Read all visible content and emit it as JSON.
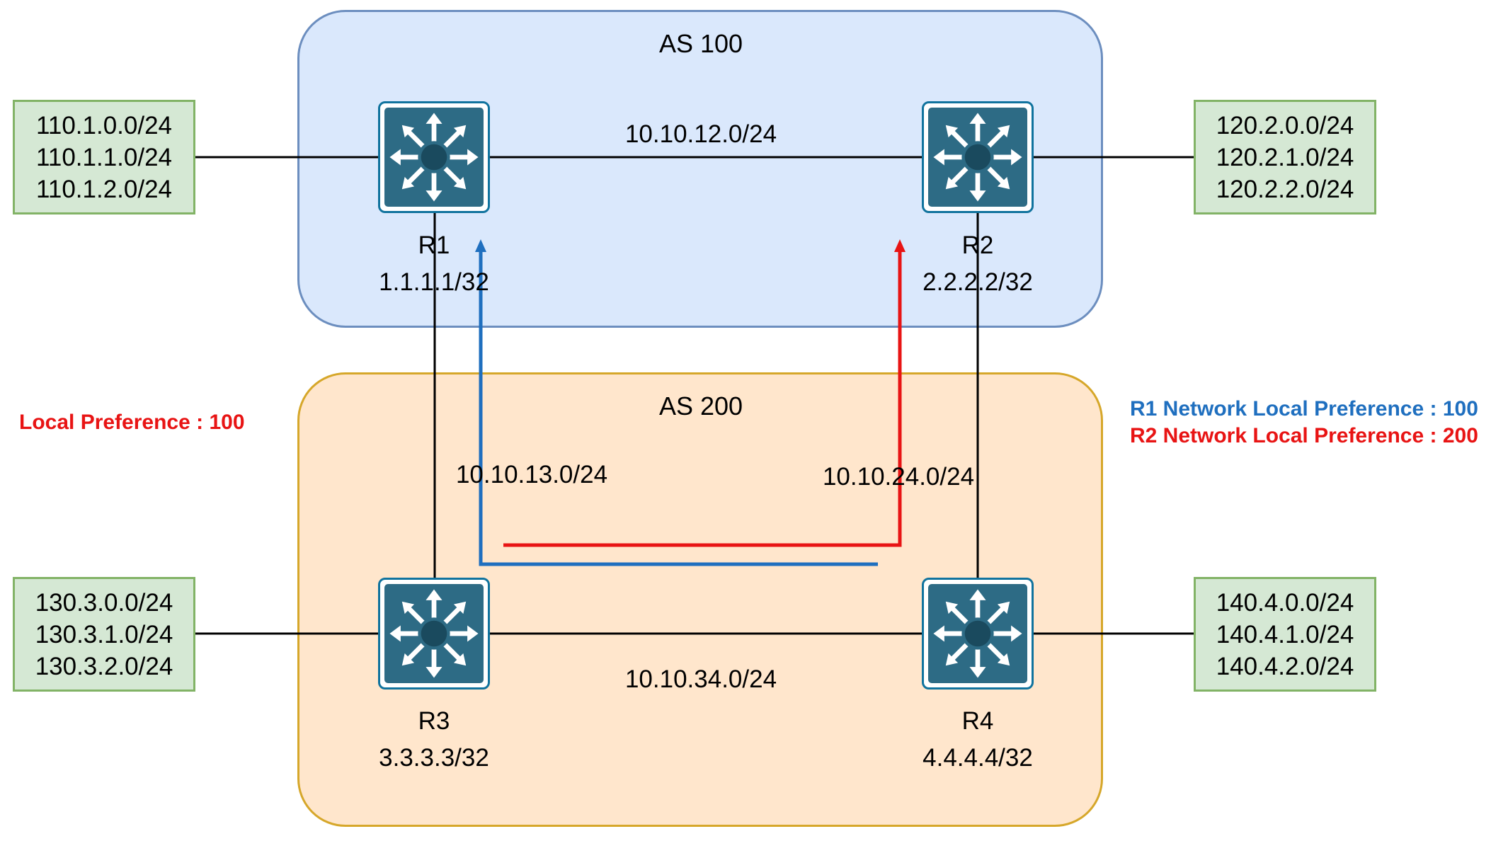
{
  "as_boxes": {
    "as100": {
      "title": "AS 100"
    },
    "as200": {
      "title": "AS 200"
    }
  },
  "routers": {
    "r1": {
      "name": "R1",
      "loopback": "1.1.1.1/32"
    },
    "r2": {
      "name": "R2",
      "loopback": "2.2.2.2/32"
    },
    "r3": {
      "name": "R3",
      "loopback": "3.3.3.3/32"
    },
    "r4": {
      "name": "R4",
      "loopback": "4.4.4.4/32"
    }
  },
  "links": {
    "r1_r2": "10.10.12.0/24",
    "r1_r3": "10.10.13.0/24",
    "r2_r4": "10.10.24.0/24",
    "r3_r4": "10.10.34.0/24"
  },
  "networks": {
    "r1": [
      "110.1.0.0/24",
      "110.1.1.0/24",
      "110.1.2.0/24"
    ],
    "r2": [
      "120.2.0.0/24",
      "120.2.1.0/24",
      "120.2.2.0/24"
    ],
    "r3": [
      "130.3.0.0/24",
      "130.3.1.0/24",
      "130.3.2.0/24"
    ],
    "r4": [
      "140.4.0.0/24",
      "140.4.1.0/24",
      "140.4.2.0/24"
    ]
  },
  "notes": {
    "left": "Local Preference : 100",
    "right_r1": "R1 Network Local Preference : 100",
    "right_r2": "R2 Network Local Preference : 200"
  },
  "colors": {
    "blue_path": "#1f6fbf",
    "red_path": "#e81414",
    "note_red": "#e81414",
    "note_blue": "#1f6fbf"
  }
}
